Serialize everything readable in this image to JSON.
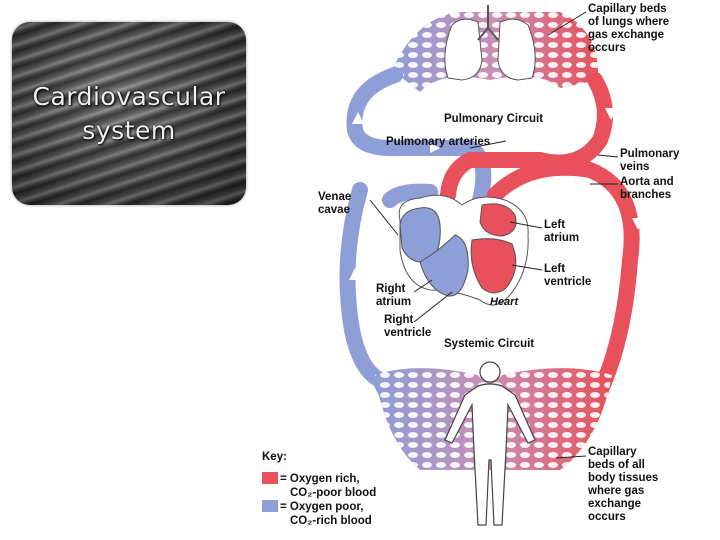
{
  "slide": {
    "title": "Cardiovascular\nsystem"
  },
  "diagram": {
    "labels": {
      "capillary_lungs": [
        "Capillary beds",
        "of lungs where",
        "gas exchange",
        "occurs"
      ],
      "pulmonary_circuit": "Pulmonary Circuit",
      "pulmonary_arteries": "Pulmonary arteries",
      "pulmonary_veins": [
        "Pulmonary",
        "veins"
      ],
      "aorta": [
        "Aorta and",
        "branches"
      ],
      "venae_cavae": [
        "Venae",
        "cavae"
      ],
      "left_atrium": [
        "Left",
        "atrium"
      ],
      "left_ventricle": [
        "Left",
        "ventricle"
      ],
      "right_atrium": [
        "Right",
        "atrium"
      ],
      "right_ventricle": [
        "Right",
        "ventricle"
      ],
      "heart": "Heart",
      "systemic_circuit": "Systemic Circuit",
      "capillary_body": [
        "Capillary",
        "beds of all",
        "body tissues",
        "where gas",
        "exchange",
        "occurs"
      ]
    },
    "key": {
      "title": "Key:",
      "oxygen_rich": [
        "= Oxygen rich,",
        "CO₂-poor blood"
      ],
      "oxygen_poor": [
        "= Oxygen poor,",
        "CO₂-rich blood"
      ]
    },
    "colors": {
      "oxygen_rich": "#e8505b",
      "oxygen_poor": "#8e9ed6",
      "capillary_mix": "#c98fb3"
    }
  }
}
